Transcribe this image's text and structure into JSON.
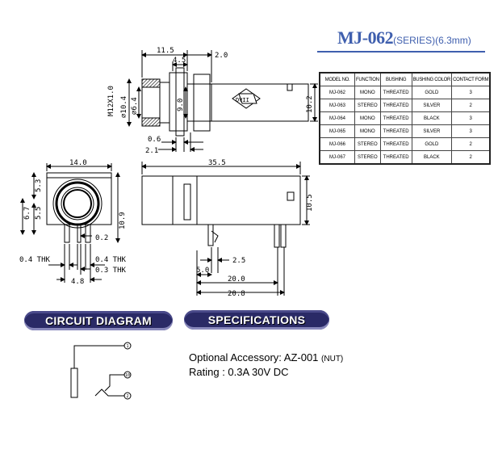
{
  "title": {
    "model": "MJ-062",
    "series": "(SERIES)",
    "size": "(6.3mm)"
  },
  "spec_table": {
    "headers": [
      "MODEL NO.",
      "FUNCTION",
      "BUSHING",
      "BUSHING COLOR",
      "CONTACT FORM"
    ],
    "rows": [
      [
        "MJ-062",
        "MONO",
        "THREATED",
        "GOLD",
        "3"
      ],
      [
        "MJ-063",
        "STEREO",
        "THREATED",
        "SILVER",
        "2"
      ],
      [
        "MJ-064",
        "MONO",
        "THREATED",
        "BLACK",
        "3"
      ],
      [
        "MJ-065",
        "MONO",
        "THREATED",
        "SILVER",
        "3"
      ],
      [
        "MJ-066",
        "STEREO",
        "THREATED",
        "GOLD",
        "2"
      ],
      [
        "MJ-067",
        "STEREO",
        "THREATED",
        "BLACK",
        "2"
      ]
    ]
  },
  "dimensions": {
    "top_view": {
      "d_11_5": "11.5",
      "d_4_5": "4.5",
      "d_2_0": "2.0",
      "d_m12": "M12X1.0",
      "d_10_4": "∅10.4",
      "d_6_4": "∅6.4",
      "d_9_0": "9.0",
      "d_10_2": "10.2",
      "d_0_6": "0.6",
      "d_2_1": "2.1",
      "logo": "DVII"
    },
    "front_view": {
      "d_14_0": "14.0",
      "d_5_3": "5.3",
      "d_6_7": "6.7",
      "d_5_5": "5.5",
      "d_10_9": "10.9",
      "d_0_2": "0.2",
      "d_0_4_left": "0.4 THK",
      "d_0_4_right": "0.4 THK",
      "d_0_3": "0.3 THK",
      "d_4_8": "4.8"
    },
    "side_view": {
      "d_35_5": "35.5",
      "d_10_5": "10.5",
      "d_2_5": "2.5",
      "d_5_0": "5.0",
      "d_20_0": "20.0",
      "d_20_8": "20.8"
    }
  },
  "sections": {
    "circuit": "CIRCUIT DIAGRAM",
    "specs": "SPECIFICATIONS"
  },
  "circuit": {
    "pin1": "1",
    "pin2": "2",
    "pin10": "10"
  },
  "specs": {
    "accessory_label": "Optional Accessory: AZ-001",
    "accessory_note": "(NUT)",
    "rating": "Rating : 0.3A 30V DC"
  },
  "colors": {
    "title": "#3f5fae",
    "pill": "#2a2a66"
  }
}
